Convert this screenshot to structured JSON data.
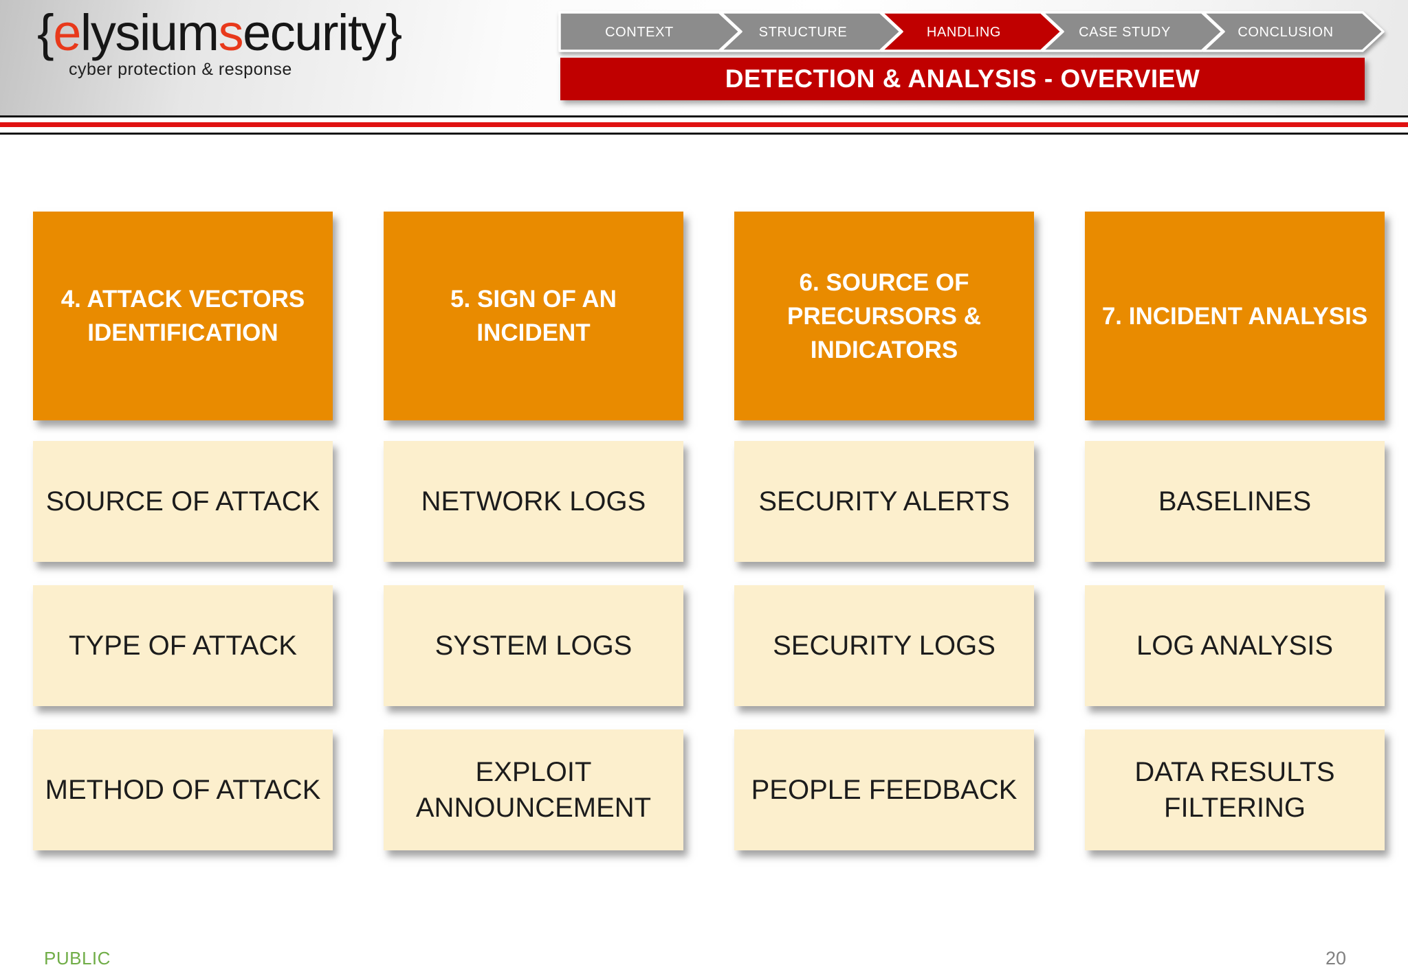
{
  "logo": {
    "brace_left": "{",
    "red1": "e",
    "mid": "lysium",
    "red2": "s",
    "tail": "ecurity",
    "brace_right": "}",
    "tagline": "cyber protection & response"
  },
  "nav": {
    "active": "HANDLING",
    "items": [
      {
        "label": "CONTEXT",
        "color": "#8C8C8C"
      },
      {
        "label": "STRUCTURE",
        "color": "#8C8C8C"
      },
      {
        "label": "HANDLING",
        "color": "#C00000"
      },
      {
        "label": "CASE STUDY",
        "color": "#8C8C8C"
      },
      {
        "label": "CONCLUSION",
        "color": "#8C8C8C"
      }
    ]
  },
  "banner": {
    "title": "DETECTION & ANALYSIS - OVERVIEW",
    "color": "#C00000"
  },
  "columns": [
    {
      "header": "4. ATTACK VECTORS IDENTIFICATION",
      "items": [
        "SOURCE OF ATTACK",
        "TYPE OF ATTACK",
        "METHOD OF ATTACK"
      ]
    },
    {
      "header": "5. SIGN OF AN INCIDENT",
      "items": [
        "NETWORK LOGS",
        "SYSTEM LOGS",
        "EXPLOIT ANNOUNCEMENT"
      ]
    },
    {
      "header": "6. SOURCE OF PRECURSORS & INDICATORS",
      "items": [
        "SECURITY ALERTS",
        "SECURITY LOGS",
        "PEOPLE FEEDBACK"
      ]
    },
    {
      "header": "7. INCIDENT ANALYSIS",
      "items": [
        "BASELINES",
        "LOG ANALYSIS",
        "DATA RESULTS FILTERING"
      ]
    }
  ],
  "footer": {
    "classification": "PUBLIC",
    "page_number": "20"
  },
  "colors": {
    "accent_orange": "#E98B00",
    "box_cream": "#FCEFCD",
    "banner_red": "#C00000",
    "nav_gray": "#8C8C8C",
    "stripe_red": "#E01212",
    "public_green": "#70AD47",
    "logo_red": "#E8391B"
  }
}
